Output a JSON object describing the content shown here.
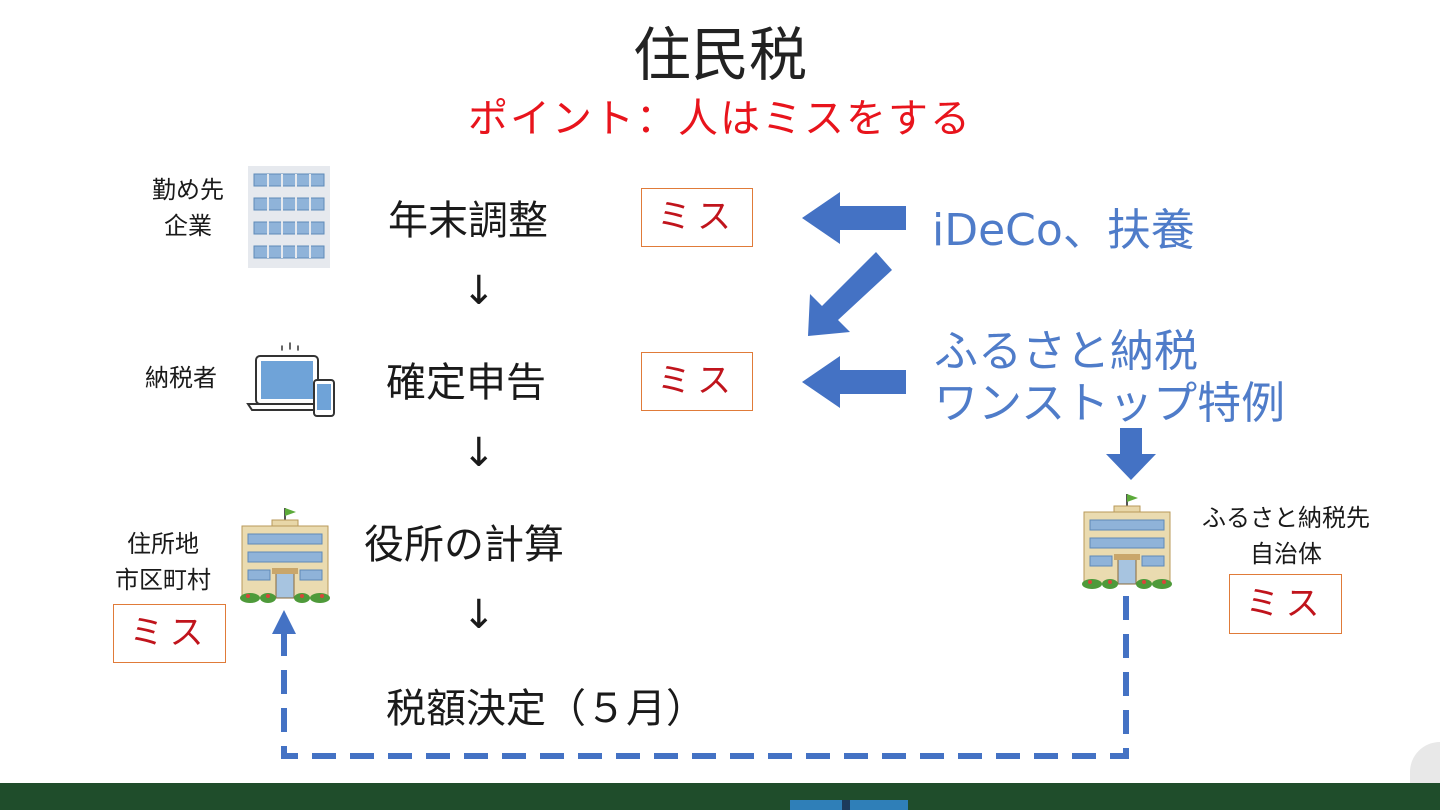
{
  "title": "住民税",
  "subtitle": "ポイント：人はミスをする",
  "steps": {
    "year_end": "年末調整",
    "final_return": "確定申告",
    "office_calc": "役所の計算",
    "tax_decision": "税額決定（５月）"
  },
  "arrow_down": "↓",
  "actors": {
    "employer": [
      "勤め先",
      "企業"
    ],
    "taxpayer": "納税者",
    "residence_city": [
      "住所地",
      "市区町村"
    ],
    "furusato_city": [
      "ふるさと納税先",
      "自治体"
    ]
  },
  "miss_label": "ミス",
  "inputs": {
    "ideco": "iDeCo、扶養",
    "furusato": [
      "ふるさと納税",
      "ワンストップ特例"
    ]
  },
  "colors": {
    "title": "#222222",
    "subtitle": "#e8141c",
    "arrow_blue": "#4472c4",
    "miss_border": "#e07b39",
    "miss_text": "#c0141c",
    "footer": "#1f4d2b"
  }
}
